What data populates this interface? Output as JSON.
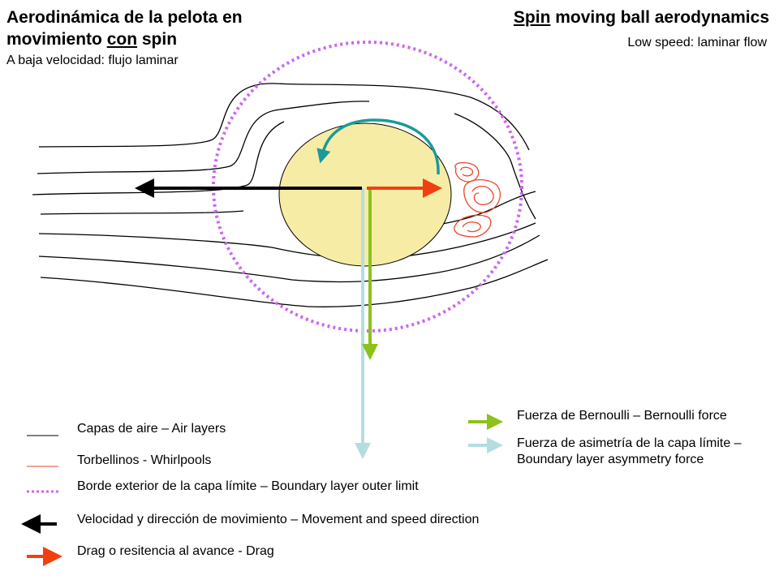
{
  "title_es": {
    "part1": "Aerodinámica de la pelota en movimiento ",
    "underlined": "con",
    "part2": " spin"
  },
  "subtitle_es": "A baja velocidad: flujo laminar",
  "title_en": {
    "underlined": "Spin",
    "rest": " moving ball aerodynamics"
  },
  "subtitle_en": "Low speed: laminar flow",
  "legend_left": [
    {
      "label": "Capas de aire – Air layers",
      "icon": "black-line",
      "color": "#000000"
    },
    {
      "label": "Torbellinos - Whirlpools",
      "icon": "red-line",
      "color": "#e8452a"
    },
    {
      "label": "Borde exterior de la capa límite – Boundary layer outer limit",
      "icon": "dotted-line",
      "color": "#cc66ee"
    },
    {
      "label": "Velocidad y dirección de movimiento – Movement and speed direction",
      "icon": "black-arrow-left",
      "color": "#000000"
    },
    {
      "label": "Drag o resitencia al avance - Drag",
      "icon": "red-arrow-right",
      "color": "#f04010"
    }
  ],
  "legend_right": [
    {
      "label": "Fuerza de Bernoulli – Bernoulli force",
      "icon": "green-arrow",
      "color": "#8cc21a"
    },
    {
      "label": "Fuerza de asimetría de la capa límite – Boundary layer asymmetry force",
      "icon": "lightblue-arrow",
      "color": "#b4dde2"
    }
  ],
  "colors": {
    "ball": "#f7eca6",
    "spin_arrow": "#1a9a9a",
    "boundary": "#cc66ee",
    "bernoulli": "#8cc21a",
    "asymmetry": "#b4dde2",
    "drag": "#f04010",
    "velocity": "#000000",
    "whirlpool": "#e8452a"
  }
}
